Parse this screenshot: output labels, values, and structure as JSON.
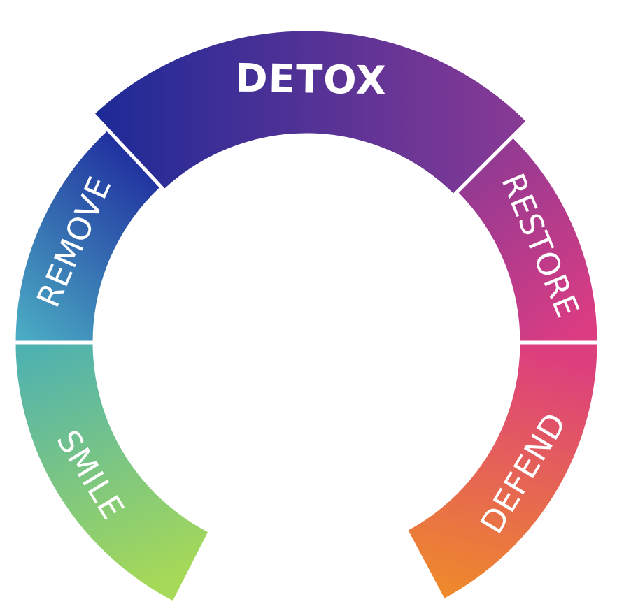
{
  "diagram": {
    "segments": [
      {
        "id": "smile",
        "label": "SMILE",
        "highlight": false,
        "colors": [
          "#a6d957",
          "#4fb2b0"
        ]
      },
      {
        "id": "remove",
        "label": "REMOVE",
        "highlight": false,
        "colors": [
          "#4aabc3",
          "#1f2c9e"
        ]
      },
      {
        "id": "detox",
        "label": "DETOX",
        "highlight": true,
        "colors": [
          "#1c2a96",
          "#8a3a95"
        ]
      },
      {
        "id": "restore",
        "label": "RESTORE",
        "highlight": false,
        "colors": [
          "#8b3a95",
          "#dc3c82"
        ]
      },
      {
        "id": "defend",
        "label": "DEFEND",
        "highlight": false,
        "colors": [
          "#dc3f7e",
          "#ef8a2a"
        ]
      }
    ]
  }
}
